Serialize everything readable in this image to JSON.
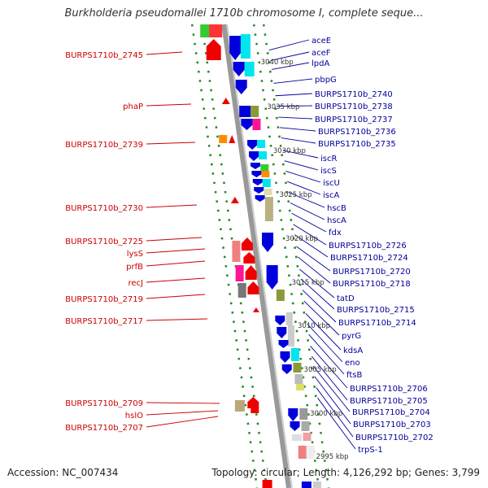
{
  "title": "Burkholderia pseudomallei 1710b chromosome I, complete seque...",
  "footer": {
    "accession": "Accession: NC_007434",
    "topology": "Topology: circular; Length: 4,126,292 bp; Genes: 3,799"
  },
  "colors": {
    "left_label": "#cc0000",
    "right_label": "#000099",
    "backbone": "#999999",
    "dots": "#228822",
    "red_gene": "#ee0000",
    "blue_gene": "#0000dd",
    "cyan_gene": "#00e5ee",
    "pink_gene": "#ff1493",
    "olive_gene": "#8a9a3a",
    "orange_gene": "#ff8c00",
    "green_gene": "#33cc33"
  },
  "kbp_ticks": [
    "3040 kbp",
    "3035 kbp",
    "3030 kbp",
    "3025 kbp",
    "3020 kbp",
    "3015 kbp",
    "3010 kbp",
    "3005 kbp",
    "3000 kbp",
    "2995 kbp"
  ],
  "left_labels": [
    "BURPS1710b_2745",
    "phaP",
    "BURPS1710b_2739",
    "BURPS1710b_2730",
    "BURPS1710b_2725",
    "lysS",
    "prfB",
    "recJ",
    "BURPS1710b_2719",
    "BURPS1710b_2717",
    "BURPS1710b_2709",
    "hslO",
    "BURPS1710b_2707"
  ],
  "right_labels": [
    "aceE",
    "aceF",
    "lpdA",
    "pbpG",
    "BURPS1710b_2740",
    "BURPS1710b_2738",
    "BURPS1710b_2737",
    "BURPS1710b_2736",
    "BURPS1710b_2735",
    "iscR",
    "iscS",
    "iscU",
    "iscA",
    "hscB",
    "hscA",
    "fdx",
    "BURPS1710b_2726",
    "BURPS1710b_2724",
    "BURPS1710b_2720",
    "BURPS1710b_2718",
    "tatD",
    "BURPS1710b_2715",
    "BURPS1710b_2714",
    "pyrG",
    "kdsA",
    "eno",
    "ftsB",
    "BURPS1710b_2706",
    "BURPS1710b_2705",
    "BURPS1710b_2704",
    "BURPS1710b_2703",
    "BURPS1710b_2702",
    "trpS-1"
  ]
}
